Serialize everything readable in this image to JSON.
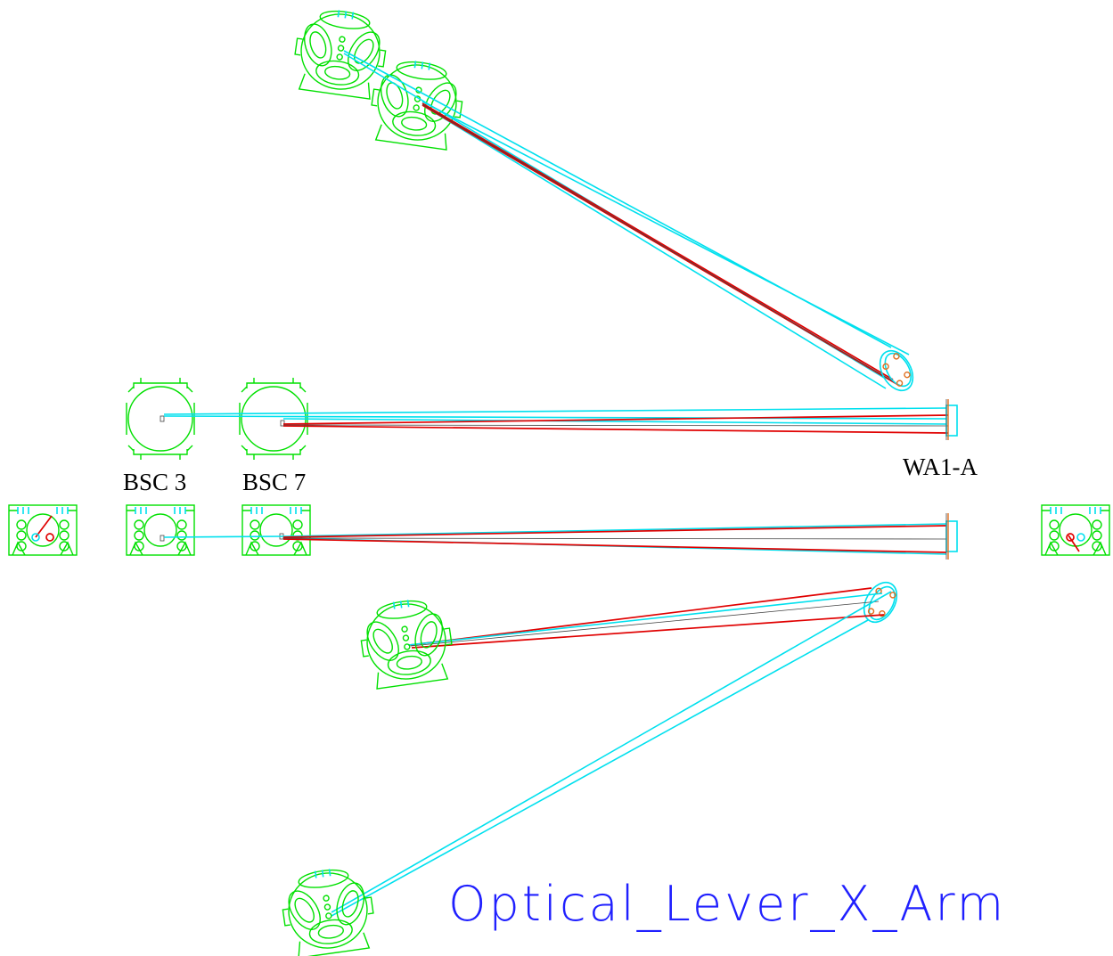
{
  "labels": {
    "bsc3": "BSC 3",
    "bsc7": "BSC 7",
    "wa1a": "WA1-A"
  },
  "title": "Optical_Lever_X_Arm",
  "colors": {
    "chamber_outline": "#00e000",
    "beam_cyan": "#00e0ee",
    "beam_red": "#e00000",
    "title": "#2020ff"
  }
}
